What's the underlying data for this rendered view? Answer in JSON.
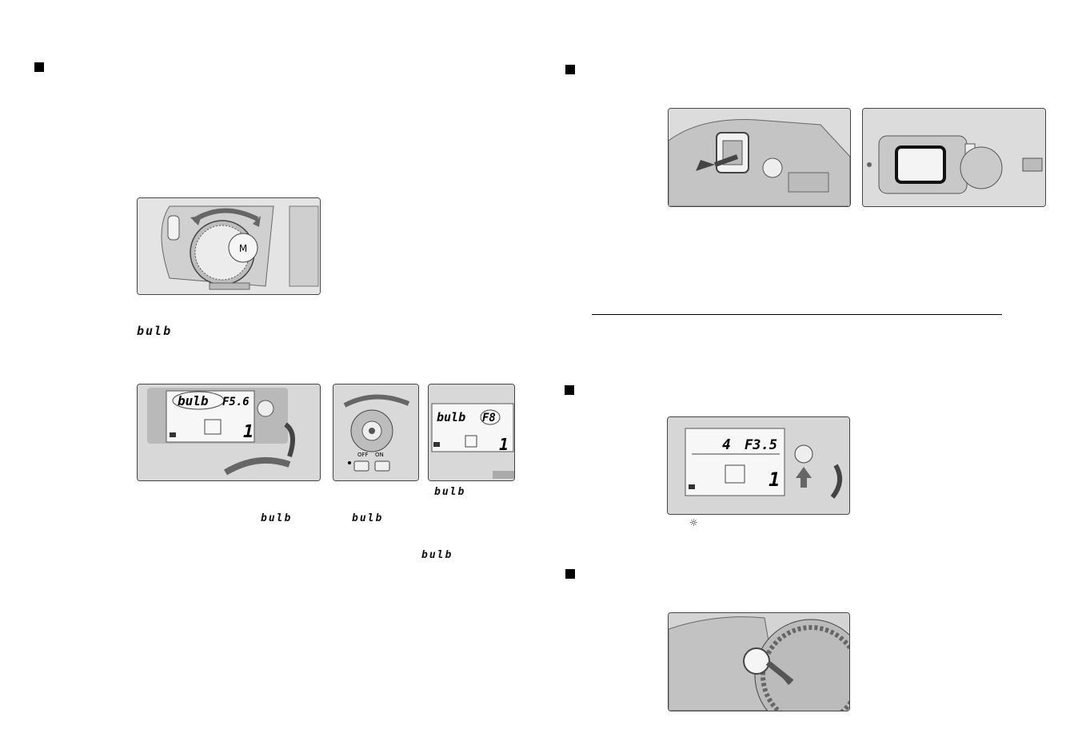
{
  "left_page": {
    "section_bullet": "square-bullet-icon",
    "mode_dial_figure": {
      "dial_mode_label": "M"
    },
    "bulb_label_1": "bulb",
    "lcd_figure_a": {
      "shutter": "bulb",
      "aperture": "F5.6",
      "frame_count": "1"
    },
    "power_switch_figure": {
      "off_label": "OFF",
      "on_label": "ON"
    },
    "lcd_figure_b": {
      "shutter": "bulb",
      "aperture": "F8",
      "frame_count": "1"
    },
    "caption_bulb_a": "bulb",
    "caption_bulb_b": "bulb",
    "caption_bulb_c": "bulb",
    "caption_bulb_d": "bulb"
  },
  "right_page": {
    "eyepiece_figure_left": {},
    "eyepiece_figure_right": {},
    "lcd_figure_c": {
      "shutter": "4",
      "aperture": "F3.5",
      "frame_count": "1"
    },
    "button_figure": {},
    "illumination_icon": "lamp-button-icon"
  }
}
